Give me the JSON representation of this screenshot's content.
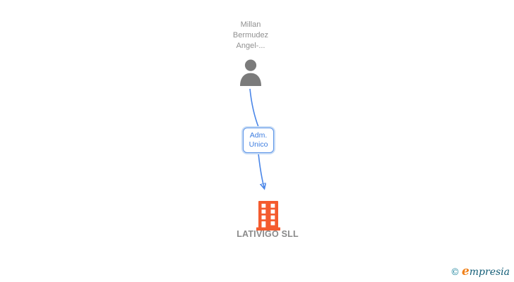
{
  "diagram_type": "company-administration-org-chart",
  "nodes": {
    "person": {
      "name_lines": [
        "Millan",
        "Bermudez",
        "Angel-..."
      ],
      "icon": "person-silhouette"
    },
    "company": {
      "name": "LATIVIGO SLL",
      "icon": "office-building"
    }
  },
  "edge": {
    "label_lines": [
      "Adm.",
      "Unico"
    ]
  },
  "watermark": {
    "copyright_symbol": "©",
    "brand_initial": "e",
    "brand_rest": "mpresia"
  },
  "colors": {
    "accent_blue": "#4a86e8",
    "box_border": "#5c94e8",
    "box_glow": "#c9ddf6",
    "box_text": "#3d7de0",
    "person_gray": "#7b7b7b",
    "name_gray": "#909090",
    "company_gray": "#8a8a8a",
    "building_orange": "#f45b2e",
    "wm_teal": "#17809a",
    "wm_navy": "#145e78",
    "wm_orange": "#f08019",
    "bg": "#ffffff"
  }
}
